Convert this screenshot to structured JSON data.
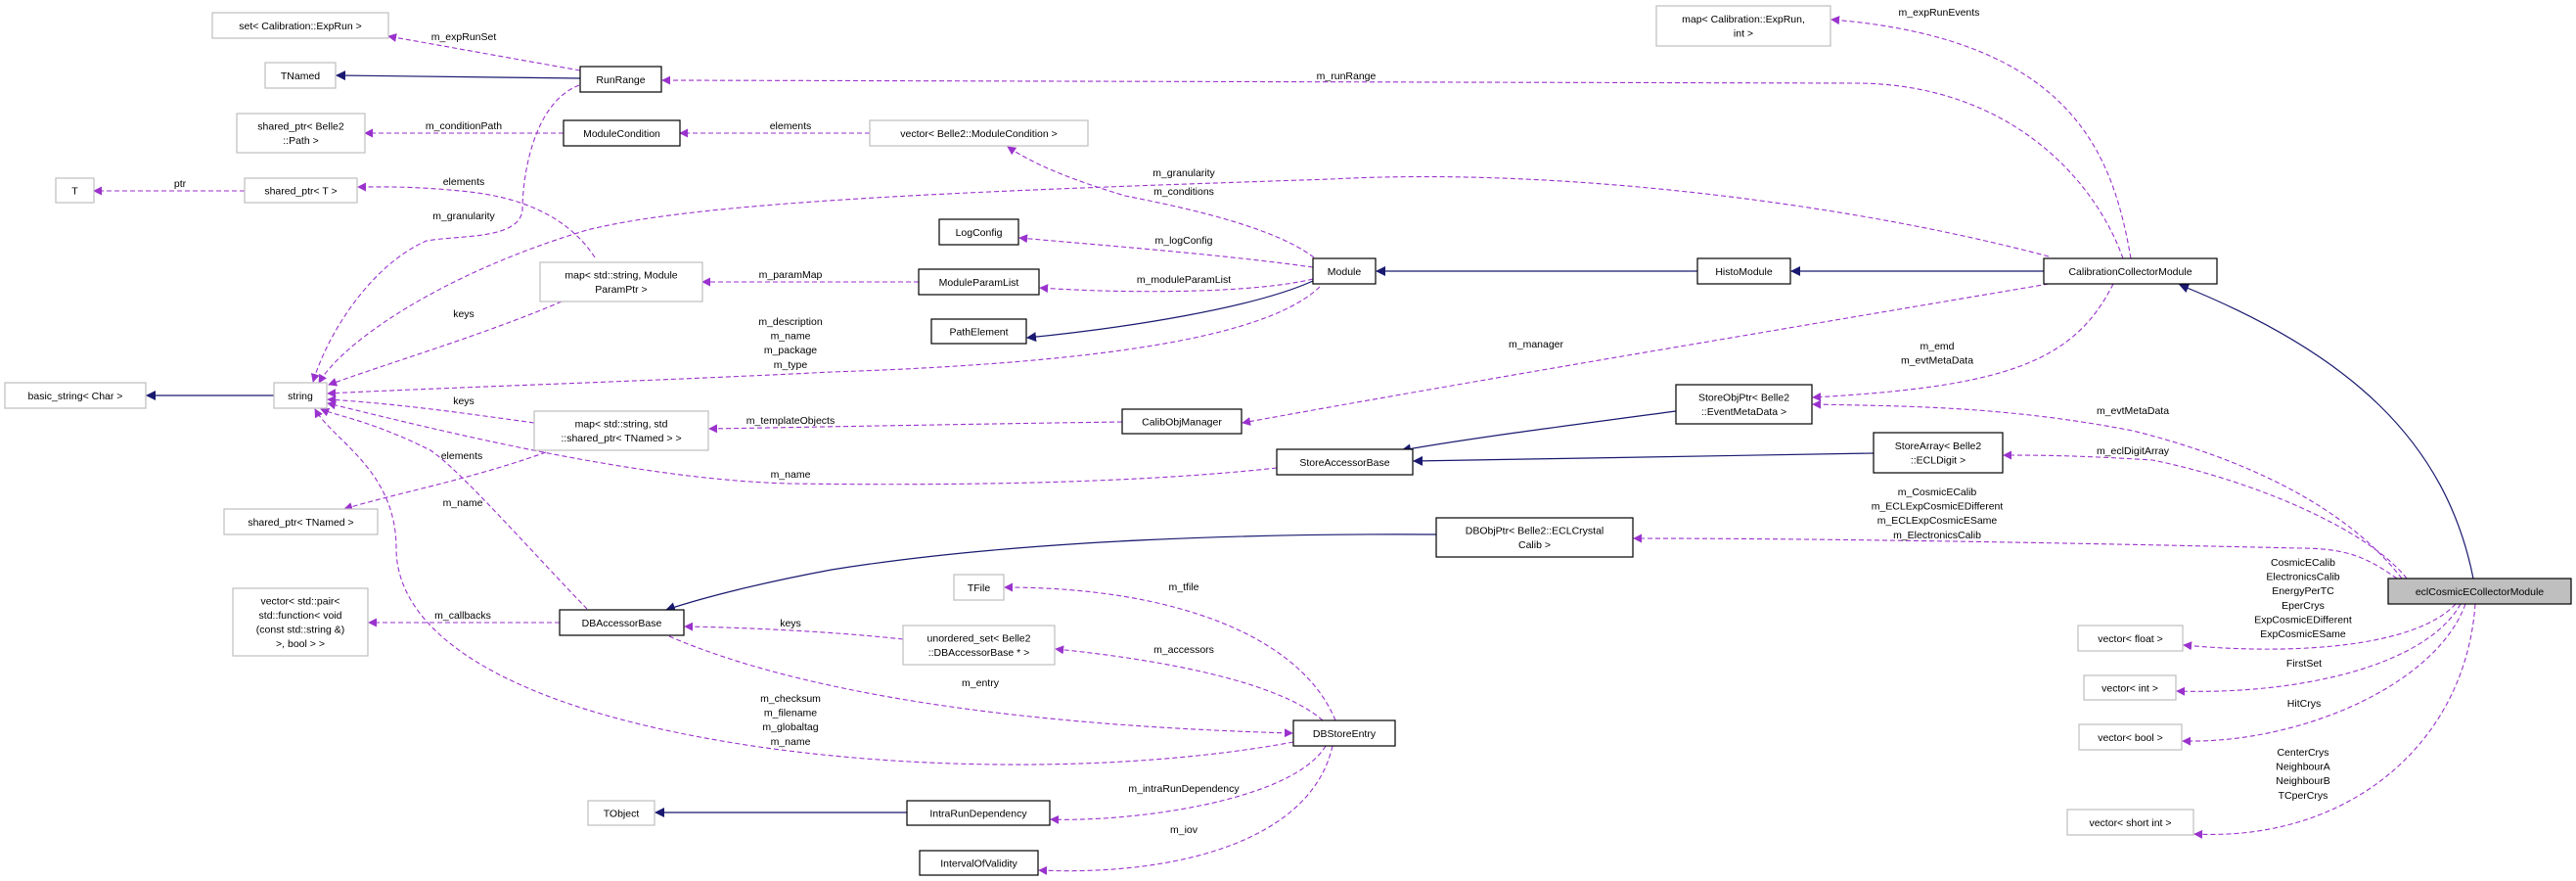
{
  "colors": {
    "usage_edge": "#9a32cd",
    "inheritance_edge": "#191970",
    "focus_fill": "#bfbfbf"
  },
  "nodes": {
    "set_exprun": [
      "set< Calibration::ExpRun >"
    ],
    "tnamed": [
      "TNamed"
    ],
    "runrange": [
      "RunRange"
    ],
    "sp_path": [
      "shared_ptr< Belle2",
      "::Path >"
    ],
    "modcond": [
      "ModuleCondition"
    ],
    "vec_modcond": [
      "vector< Belle2::ModuleCondition >"
    ],
    "t": [
      "T"
    ],
    "sp_t": [
      "shared_ptr< T >"
    ],
    "map_param": [
      "map< std::string, Module",
      "ParamPtr >"
    ],
    "basic_string": [
      "basic_string< Char >"
    ],
    "string": [
      "string"
    ],
    "map_tnamed": [
      "map< std::string, std",
      "::shared_ptr< TNamed > >"
    ],
    "sp_tnamed": [
      "shared_ptr< TNamed >"
    ],
    "vec_pair": [
      "vector< std::pair<",
      "std::function< void",
      "(const std::string &)",
      ">, bool > >"
    ],
    "dbaccessor": [
      "DBAccessorBase"
    ],
    "tfile": [
      "TFile"
    ],
    "uset": [
      "unordered_set< Belle2",
      "::DBAccessorBase * >"
    ],
    "tobject": [
      "TObject"
    ],
    "intrarun": [
      "IntraRunDependency"
    ],
    "iov": [
      "IntervalOfValidity"
    ],
    "logconfig": [
      "LogConfig"
    ],
    "modparamlist": [
      "ModuleParamList"
    ],
    "module": [
      "Module"
    ],
    "pathelement": [
      "PathElement"
    ],
    "calibobjmgr": [
      "CalibObjManager"
    ],
    "storeaccessor": [
      "StoreAccessorBase"
    ],
    "dbobjptr": [
      "DBObjPtr< Belle2::ECLCrystal",
      "Calib >"
    ],
    "dbstore": [
      "DBStoreEntry"
    ],
    "map_exprun": [
      "map< Calibration::ExpRun,",
      "int >"
    ],
    "histomodule": [
      "HistoModule"
    ],
    "ccm": [
      "CalibrationCollectorModule"
    ],
    "storeobjptr": [
      "StoreObjPtr< Belle2",
      "::EventMetaData >"
    ],
    "storearray": [
      "StoreArray< Belle2",
      "::ECLDigit >"
    ],
    "ecl": [
      "eclCosmicECollectorModule"
    ],
    "vec_float": [
      "vector< float >"
    ],
    "vec_int": [
      "vector< int >"
    ],
    "vec_bool": [
      "vector< bool >"
    ],
    "vec_short": [
      "vector< short int >"
    ]
  },
  "edge_labels": {
    "m_expRunSet": [
      "m_expRunSet"
    ],
    "m_conditionPath": [
      "m_conditionPath"
    ],
    "elements_modcond": [
      "elements"
    ],
    "ptr": [
      "ptr"
    ],
    "elements_spt": [
      "elements"
    ],
    "m_granularity_rr": [
      "m_granularity"
    ],
    "keys_param": [
      "keys"
    ],
    "m_paramMap": [
      "m_paramMap"
    ],
    "m_description": [
      "m_description",
      "m_name",
      "m_package",
      "m_type"
    ],
    "keys_tnamed": [
      "keys"
    ],
    "m_templateObjects": [
      "m_templateObjects"
    ],
    "elements_tnamed": [
      "elements"
    ],
    "m_name_store": [
      "m_name"
    ],
    "m_name_db": [
      "m_name"
    ],
    "m_callbacks": [
      "m_callbacks"
    ],
    "keys_uset": [
      "keys"
    ],
    "m_entry": [
      "m_entry"
    ],
    "m_checksum": [
      "m_checksum",
      "m_filename",
      "m_globaltag",
      "m_name"
    ],
    "m_runRange": [
      "m_runRange"
    ],
    "m_granularity_ccm": [
      "m_granularity"
    ],
    "m_conditions": [
      "m_conditions"
    ],
    "m_logConfig": [
      "m_logConfig"
    ],
    "m_moduleParamList": [
      "m_moduleParamList"
    ],
    "m_manager": [
      "m_manager"
    ],
    "m_tfile": [
      "m_tfile"
    ],
    "m_accessors": [
      "m_accessors"
    ],
    "m_intraRunDependency": [
      "m_intraRunDependency"
    ],
    "m_iov": [
      "m_iov"
    ],
    "m_expRunEvents": [
      "m_expRunEvents"
    ],
    "m_emd": [
      "m_emd",
      "m_evtMetaData"
    ],
    "m_evtMetaData": [
      "m_evtMetaData"
    ],
    "m_eclDigitArray": [
      "m_eclDigitArray"
    ],
    "m_dbobj": [
      "m_CosmicECalib",
      "m_ECLExpCosmicEDifferent",
      "m_ECLExpCosmicESame",
      "m_ElectronicsCalib"
    ],
    "floats": [
      "CosmicECalib",
      "ElectronicsCalib",
      "EnergyPerTC",
      "EperCrys",
      "ExpCosmicEDifferent",
      "ExpCosmicESame"
    ],
    "FirstSet": [
      "FirstSet"
    ],
    "HitCrys": [
      "HitCrys"
    ],
    "shorts": [
      "CenterCrys",
      "NeighbourA",
      "NeighbourB",
      "TCperCrys"
    ]
  }
}
